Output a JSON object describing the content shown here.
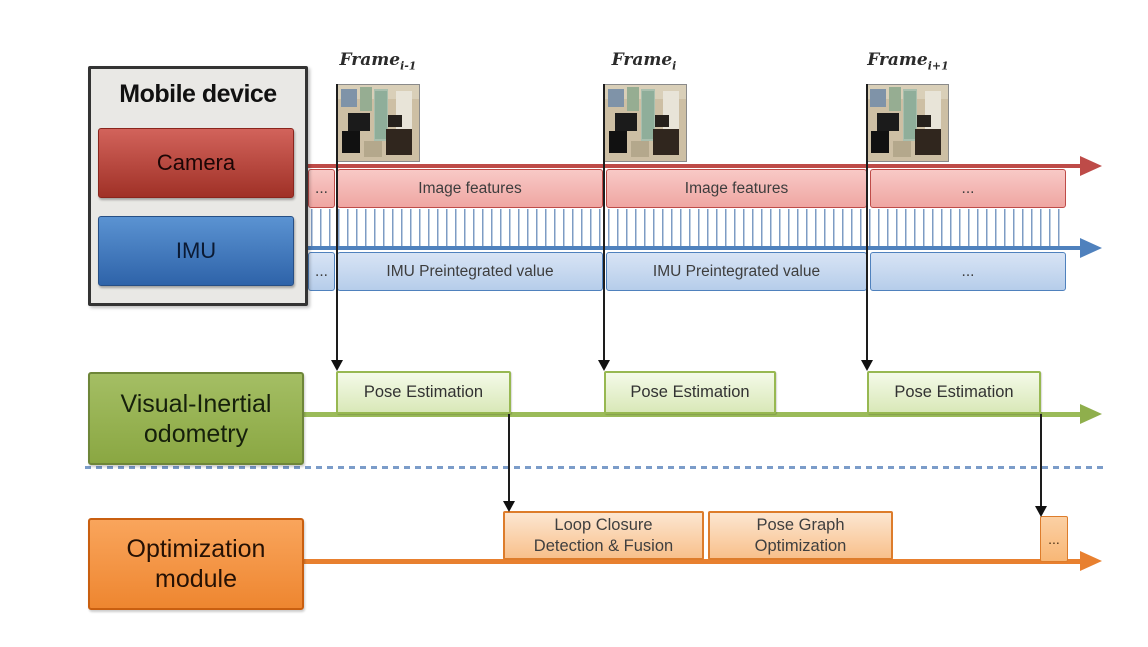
{
  "mobile_device": {
    "title": "Mobile device",
    "camera_label": "Camera",
    "imu_label": "IMU"
  },
  "frames": [
    {
      "name": "Frame",
      "subscript": "i-1"
    },
    {
      "name": "Frame",
      "subscript": "i"
    },
    {
      "name": "Frame",
      "subscript": "i+1"
    }
  ],
  "camera_track": {
    "segments": [
      "...",
      "Image features",
      "Image features",
      "..."
    ]
  },
  "imu_track": {
    "segments": [
      "...",
      "IMU Preintegrated value",
      "IMU Preintegrated value",
      "..."
    ]
  },
  "vio_row": {
    "label_line1": "Visual-Inertial",
    "label_line2": "odometry",
    "pose_boxes": [
      "Pose Estimation",
      "Pose Estimation",
      "Pose Estimation"
    ]
  },
  "optimization_row": {
    "label_line1": "Optimization",
    "label_line2": "module",
    "loop_closure_line1": "Loop Closure",
    "loop_closure_line2": "Detection & Fusion",
    "pose_graph_line1": "Pose Graph",
    "pose_graph_line2": "Optimization",
    "ellipsis": "..."
  },
  "colors": {
    "camera_red": "#BE4B48",
    "imu_blue": "#4F81BD",
    "vio_green": "#9BBB59",
    "optimization_orange": "#F79646",
    "tick_blue": "#7E9CC4",
    "divider_dashed_blue": "#7B9CC9"
  }
}
